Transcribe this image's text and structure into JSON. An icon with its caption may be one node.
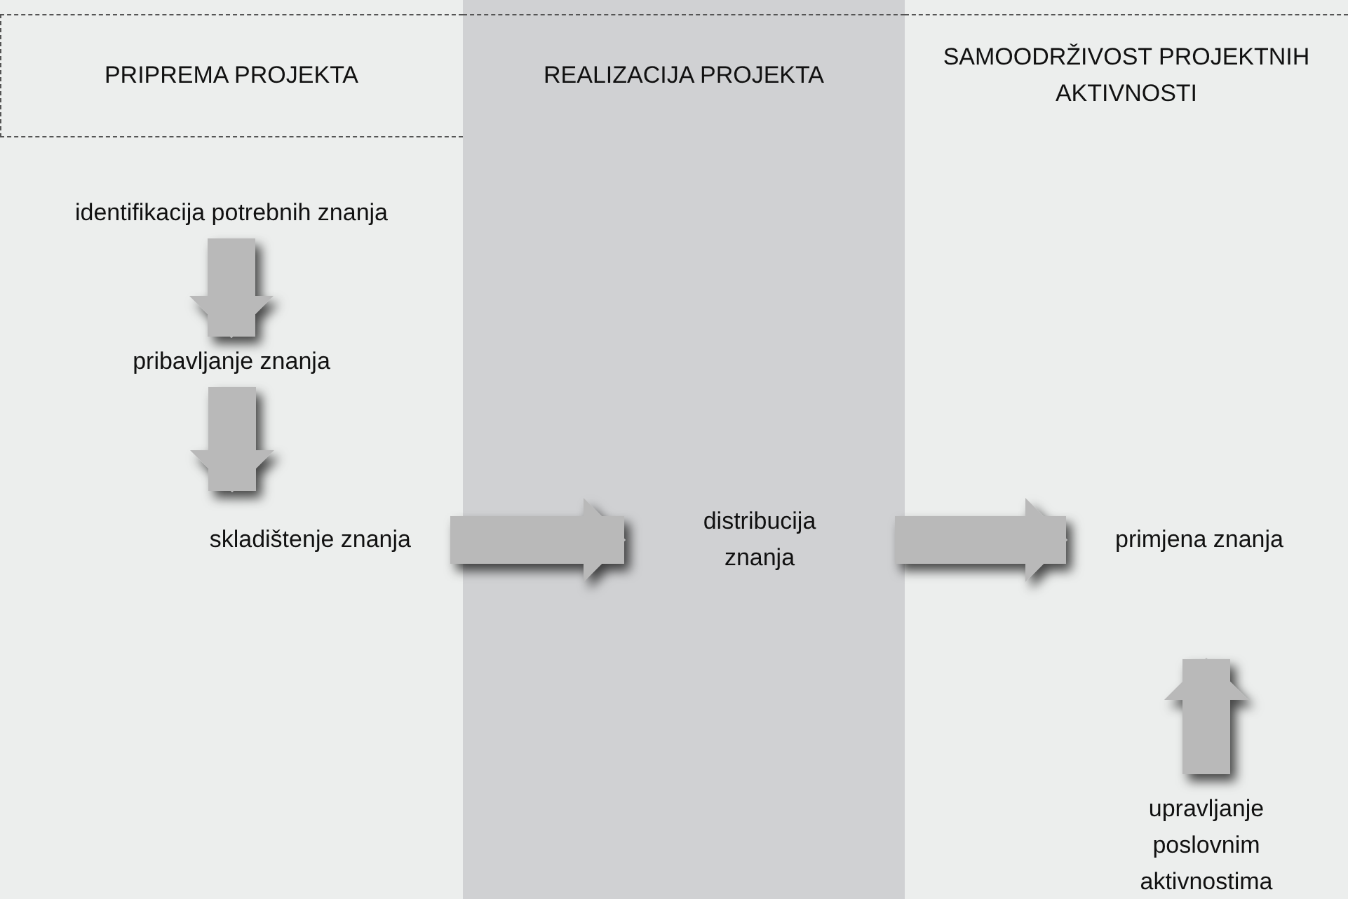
{
  "diagram": {
    "nodes": [
      {
        "text": [
          "PRIPREMA PROJEKTA"
        ]
      },
      {
        "text": [
          "REALIZACIJA PROJEKTA"
        ]
      },
      {
        "text": [
          "SAMOODRŽIVOST PROJEKTNIH AKTIVNOSTI"
        ]
      },
      {
        "text": [
          "identifikacija potrebnih znanja"
        ],
        "in": 0
      },
      {
        "text": [
          "pribavljanje znanja"
        ],
        "in": 0
      },
      {
        "text": [
          "skladištenje znanja"
        ],
        "in": 0
      },
      {
        "text": [
          "distribucija znanja"
        ],
        "in": 1
      },
      {
        "text": [
          "primjena znanja"
        ],
        "in": 2
      },
      {
        "text": [
          "upravljanje poslovnim aktivnostima"
        ],
        "in": 2
      }
    ],
    "edges": [
      {
        "from": 3,
        "to": 4,
        "arrow": "to"
      },
      {
        "from": 4,
        "to": 5,
        "arrow": "to"
      },
      {
        "from": 5,
        "to": 6,
        "arrow": "to"
      },
      {
        "from": 6,
        "to": 7,
        "arrow": "to"
      },
      {
        "from": 8,
        "to": 7,
        "arrow": "to"
      }
    ]
  }
}
